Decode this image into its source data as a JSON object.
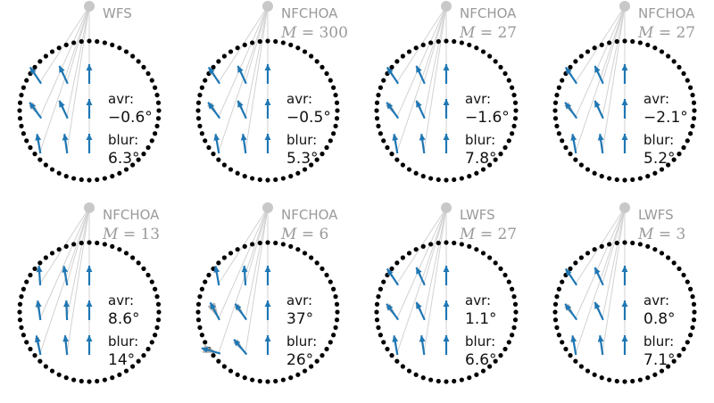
{
  "labels": {
    "avr": "avr:",
    "blur": "blur:",
    "m_symbol": "M",
    "m_eq": " = ",
    "degree": "°"
  },
  "colors": {
    "arrow": "#1f77b4",
    "spread": "#aaaaaa",
    "ray": "#d2d2d2",
    "source": "#c8c8c8",
    "speaker": "#000000",
    "title": "#9a9a9a"
  },
  "panels": [
    {
      "method": "WFS",
      "m": "",
      "avr": "−0.6°",
      "blur": "6.3°",
      "arrows": [
        [
          -34,
          -14,
          1
        ],
        [
          -25,
          -12,
          1
        ],
        [
          0,
          0,
          0
        ],
        [
          -36,
          -20,
          1
        ],
        [
          -25,
          -14,
          1
        ],
        [
          0,
          0,
          0
        ],
        [
          -10,
          -12,
          1
        ],
        [
          -8,
          -10,
          1
        ],
        [
          0,
          0,
          0
        ]
      ]
    },
    {
      "method": "NFCHOA",
      "m": "300",
      "avr": "−0.5°",
      "blur": "5.3°",
      "arrows": [
        [
          -34,
          -14,
          1
        ],
        [
          -25,
          -12,
          1
        ],
        [
          0,
          0,
          0
        ],
        [
          -36,
          -20,
          1
        ],
        [
          -25,
          -14,
          1
        ],
        [
          0,
          0,
          0
        ],
        [
          -10,
          -12,
          1
        ],
        [
          -8,
          -10,
          1
        ],
        [
          0,
          0,
          0
        ]
      ]
    },
    {
      "method": "NFCHOA",
      "m": "27",
      "avr": "−1.6°",
      "blur": "7.8°",
      "arrows": [
        [
          -34,
          -14,
          1
        ],
        [
          -25,
          -12,
          1
        ],
        [
          0,
          0,
          0
        ],
        [
          -36,
          -20,
          1
        ],
        [
          -25,
          -14,
          1
        ],
        [
          0,
          0,
          0
        ],
        [
          -10,
          -12,
          1
        ],
        [
          -8,
          -10,
          1
        ],
        [
          0,
          0,
          0
        ]
      ]
    },
    {
      "method": "NFCHOA",
      "m": "27",
      "avr": "−2.1°",
      "blur": "5.2°",
      "arrows": [
        [
          -34,
          -14,
          1
        ],
        [
          -25,
          -12,
          1
        ],
        [
          0,
          0,
          0
        ],
        [
          -36,
          -20,
          1
        ],
        [
          -25,
          -14,
          1
        ],
        [
          0,
          0,
          0
        ],
        [
          -10,
          -12,
          1
        ],
        [
          -8,
          -10,
          1
        ],
        [
          0,
          0,
          0
        ]
      ]
    },
    {
      "method": "NFCHOA",
      "m": "13",
      "avr": "8.6°",
      "blur": "14°",
      "arrows": [
        [
          -4,
          -10,
          0
        ],
        [
          -10,
          -10,
          0
        ],
        [
          0,
          0,
          0
        ],
        [
          -8,
          -14,
          1
        ],
        [
          -2,
          -12,
          0
        ],
        [
          0,
          0,
          0
        ],
        [
          -12,
          -16,
          1
        ],
        [
          -6,
          -12,
          0
        ],
        [
          0,
          0,
          0
        ]
      ]
    },
    {
      "method": "NFCHOA",
      "m": "6",
      "avr": "37°",
      "blur": "26°",
      "arrows": [
        [
          -10,
          -12,
          1
        ],
        [
          -4,
          -10,
          0
        ],
        [
          0,
          0,
          0
        ],
        [
          -28,
          -30,
          1
        ],
        [
          -35,
          -20,
          1
        ],
        [
          0,
          0,
          0
        ],
        [
          -74,
          -30,
          1
        ],
        [
          -40,
          -20,
          1
        ],
        [
          0,
          0,
          0
        ]
      ]
    },
    {
      "method": "LWFS",
      "m": "27",
      "avr": "1.1°",
      "blur": "6.6°",
      "arrows": [
        [
          -34,
          -14,
          1
        ],
        [
          -25,
          -12,
          1
        ],
        [
          0,
          0,
          0
        ],
        [
          -36,
          -20,
          1
        ],
        [
          -25,
          -14,
          1
        ],
        [
          0,
          0,
          0
        ],
        [
          -10,
          -12,
          1
        ],
        [
          -8,
          -10,
          1
        ],
        [
          0,
          0,
          0
        ]
      ]
    },
    {
      "method": "LWFS",
      "m": "3",
      "avr": "0.8°",
      "blur": "7.1°",
      "arrows": [
        [
          -34,
          -14,
          1
        ],
        [
          -25,
          -12,
          1
        ],
        [
          0,
          0,
          0
        ],
        [
          -36,
          -20,
          1
        ],
        [
          -25,
          -14,
          1
        ],
        [
          0,
          0,
          0
        ],
        [
          -10,
          -12,
          1
        ],
        [
          -8,
          -10,
          1
        ],
        [
          0,
          0,
          0
        ]
      ]
    }
  ]
}
